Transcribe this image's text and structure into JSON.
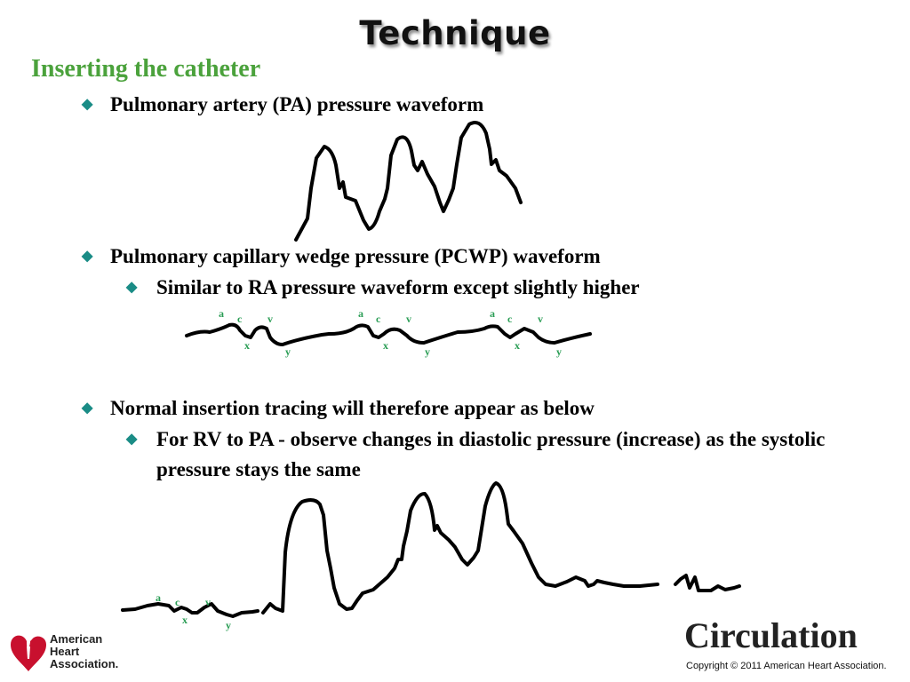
{
  "slide": {
    "title": "Technique",
    "subtitle": "Inserting the catheter",
    "bullets": [
      {
        "text": "Pulmonary artery (PA) pressure waveform"
      },
      {
        "text": "Pulmonary capillary wedge pressure (PCWP) waveform",
        "sub": "Similar to RA pressure waveform except slightly higher"
      },
      {
        "text": "Normal insertion tracing will therefore appear as below",
        "sub": "For RV to PA - observe changes in diastolic pressure (increase) as the systolic pressure stays the same"
      }
    ],
    "wave_labels": {
      "a": "a",
      "c": "c",
      "v": "v",
      "x": "x",
      "y": "y"
    }
  },
  "footer": {
    "logo_line1": "American",
    "logo_line2": "Heart",
    "logo_line3": "Association.",
    "brand": "Circulation",
    "copyright": "Copyright © 2011 American Heart Association."
  },
  "colors": {
    "subtitle": "#4ba23c",
    "bullet_marker": "#1a8c86",
    "wave_label": "#2a9d55",
    "logo_red": "#c8102e"
  }
}
